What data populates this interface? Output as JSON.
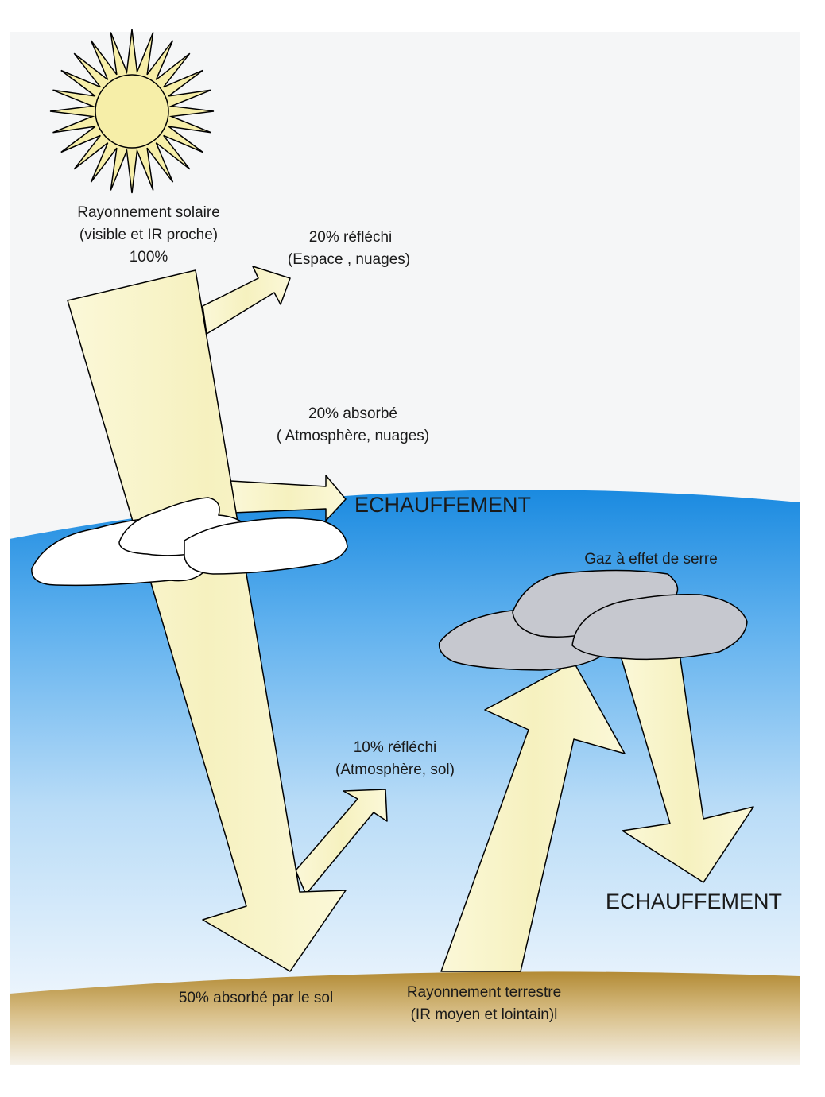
{
  "labels": {
    "solar_line1": "Rayonnement solaire",
    "solar_line2": "(visible et IR proche)",
    "solar_line3": "100%",
    "reflect_space_line1": "20% réfléchi",
    "reflect_space_line2": "(Espace , nuages)",
    "absorb_atmo_line1": "20%  absorbé",
    "absorb_atmo_line2": "( Atmosphère, nuages)",
    "heating_upper": "ECHAUFFEMENT",
    "greenhouse": "Gaz à effet de serre",
    "reflect_ground_line1": "10% réfléchi",
    "reflect_ground_line2": "(Atmosphère, sol)",
    "heating_lower": "ECHAUFFEMENT",
    "absorb_ground": "50% absorbé par le sol",
    "terrestrial_line1": "Rayonnement terrestre",
    "terrestrial_line2": "(IR moyen et lointain)l"
  },
  "colors": {
    "space_bg": "#f5f6f7",
    "atmosphere_top": "#1c8de0",
    "atmosphere_bottom": "#eef5fc",
    "beam_fill": "#f8f4c8",
    "sun_fill": "#f6eea8",
    "cloud_white": "#ffffff",
    "cloud_gray": "#c6c8cf",
    "ground_top": "#b8913a",
    "ground_bottom": "#f4f0e6"
  }
}
